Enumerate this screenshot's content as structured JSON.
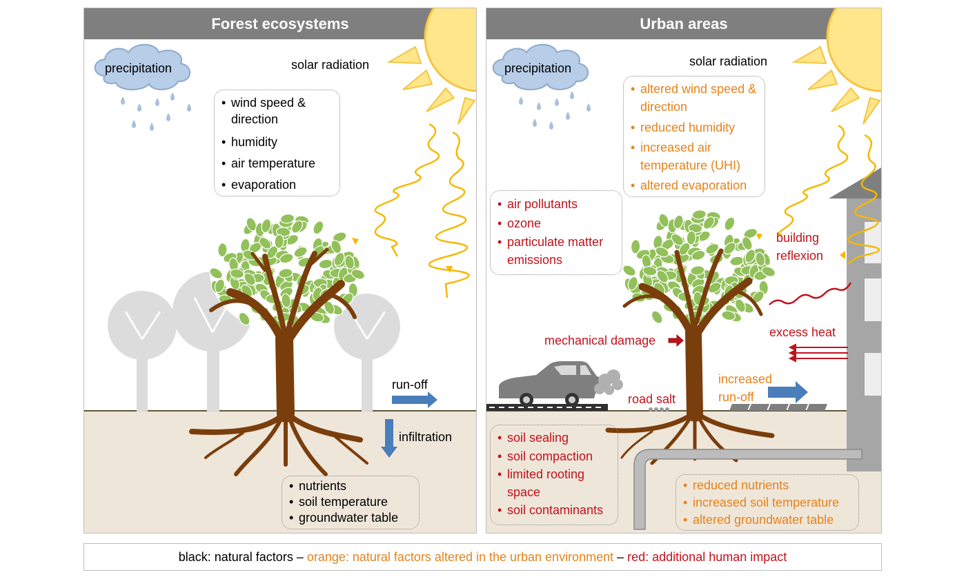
{
  "forest": {
    "title": "Forest ecosystems",
    "precipitation": "precipitation",
    "solar": "solar radiation",
    "air_factors": [
      "wind speed & direction",
      "humidity",
      "air temperature",
      "evaporation"
    ],
    "runoff": "run-off",
    "infiltration": "infiltration",
    "soil_factors": [
      "nutrients",
      "soil temperature",
      "groundwater table"
    ]
  },
  "urban": {
    "title": "Urban areas",
    "precipitation": "precipitation",
    "solar": "solar radiation",
    "altered_factors": [
      "altered wind speed & direction",
      "reduced humidity",
      "increased air temperature  (UHI)",
      "altered evaporation"
    ],
    "pollutants": [
      "air pollutants",
      "ozone",
      "particulate matter emissions"
    ],
    "building_reflexion": "building reflexion",
    "excess_heat": "excess heat",
    "mechanical_damage": "mechanical damage",
    "increased_runoff": "increased run-off",
    "road_salt": "road salt",
    "soil_impacts": [
      "soil sealing",
      "soil compaction",
      "limited rooting space",
      "soil contaminants"
    ],
    "soil_altered": [
      "reduced nutrients",
      "increased soil temperature",
      "altered groundwater table"
    ]
  },
  "legend": {
    "black": "black: natural factors",
    "sep1": " – ",
    "orange": "orange: natural factors altered in the urban environment",
    "sep2": " – ",
    "red": "red: additional human impact"
  },
  "colors": {
    "header": "#7f7f7f",
    "soil": "#efe6da",
    "orange": "#e4831c",
    "red": "#c0121b",
    "trunk": "#7a3e0c",
    "leaf": "#92c05a",
    "sun": "#ffe68a",
    "arrow_blue": "#4a7ebb"
  }
}
